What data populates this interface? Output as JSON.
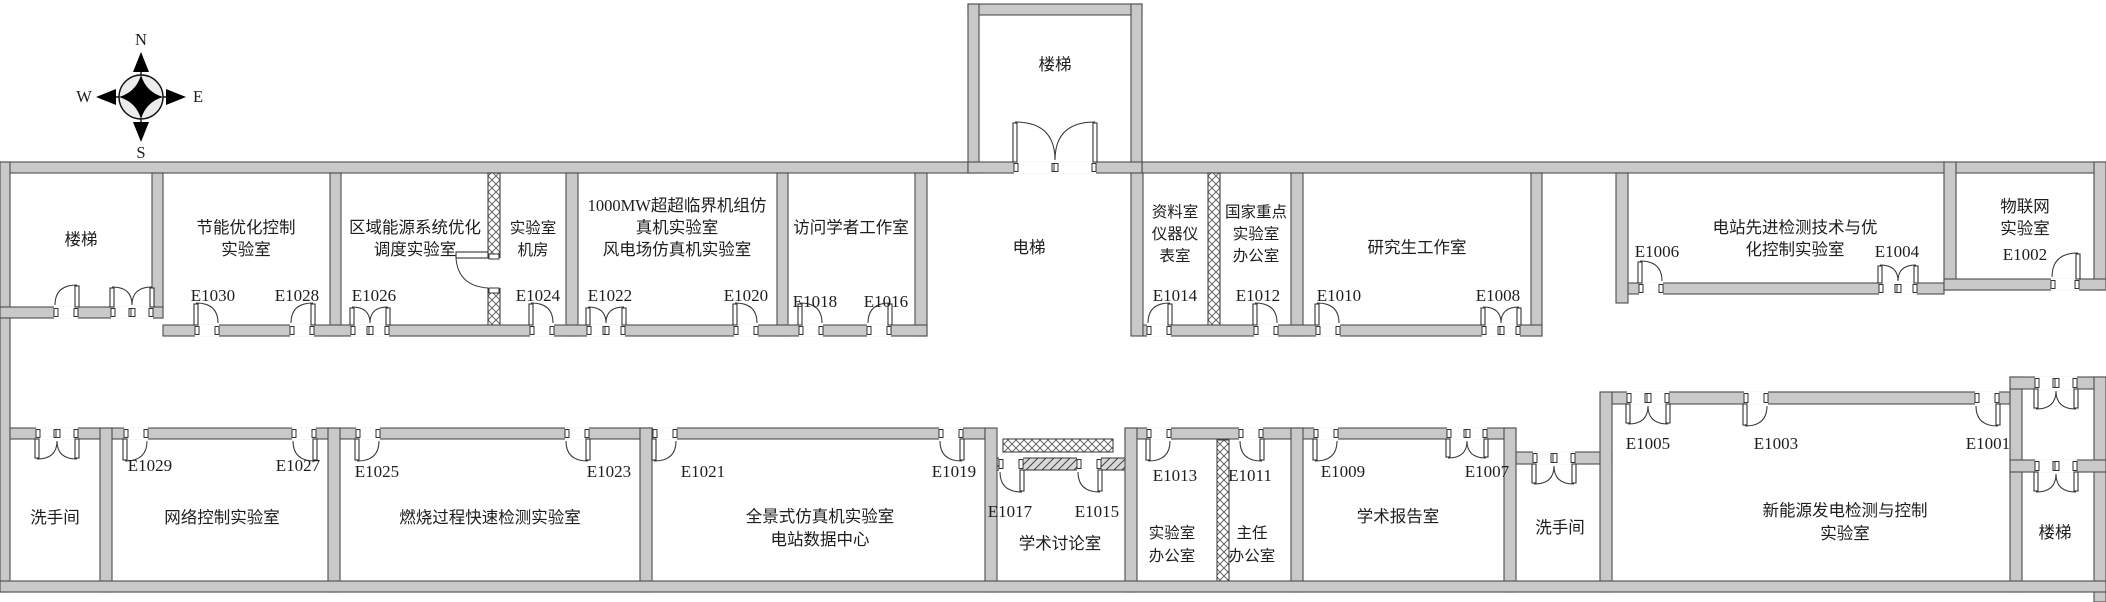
{
  "compass": {
    "n": "N",
    "e": "E",
    "s": "S",
    "w": "W"
  },
  "rooms": {
    "stair_top": {
      "name": "楼梯"
    },
    "stair_west": {
      "name": "楼梯"
    },
    "stair_east": {
      "name": "楼梯"
    },
    "jieneng": {
      "line1": "节能优化控制",
      "line2": "实验室",
      "num_left": "E1030",
      "num_right": "E1028"
    },
    "quyu": {
      "line1": "区域能源系统优化",
      "line2": "调度实验室",
      "num": "E1026"
    },
    "jifang": {
      "line1": "实验室",
      "line2": "机房",
      "num": "E1024"
    },
    "mw1000": {
      "line1": "1000MW超超临界机组仿",
      "line2": "真机实验室",
      "line3": "风电场仿真机实验室",
      "num_left": "E1022",
      "num_right": "E1020"
    },
    "fangwen": {
      "name": "访问学者工作室",
      "num_left": "E1018",
      "num_right": "E1016"
    },
    "dianti": {
      "name": "电梯"
    },
    "ziliao": {
      "line1": "资料室",
      "line2": "仪器仪",
      "line3": "表室",
      "num": "E1014"
    },
    "guojia": {
      "line1": "国家重点",
      "line2": "实验室",
      "line3": "办公室",
      "num": "E1012"
    },
    "yanjiusheng": {
      "name": "研究生工作室",
      "num_left": "E1010",
      "num_right": "E1008"
    },
    "dianzhan": {
      "line1": "电站先进检测技术与优",
      "line2": "化控制实验室",
      "num_left": "E1006",
      "num_right": "E1004"
    },
    "wulianwang": {
      "line1": "物联网",
      "line2": "实验室",
      "num": "E1002"
    },
    "xishoujian_w": {
      "name": "洗手间"
    },
    "xishoujian_e": {
      "name": "洗手间"
    },
    "wangluo": {
      "name": "网络控制实验室",
      "num_left": "E1029",
      "num_right": "E1027"
    },
    "ranshao": {
      "name": "燃烧过程快速检测实验室",
      "num_left": "E1025",
      "num_right": "E1023"
    },
    "quanjing": {
      "line1": "全景式仿真机实验室",
      "line2": "电站数据中心",
      "num_left": "E1021",
      "num_right": "E1019"
    },
    "taolun": {
      "name": "学术讨论室",
      "num_left": "E1017",
      "num_right": "E1015"
    },
    "shiyan_bgs": {
      "line1": "实验室",
      "line2": "办公室",
      "num": "E1013"
    },
    "zhuren_bgs": {
      "line1": "主任",
      "line2": "办公室",
      "num": "E1011"
    },
    "baogao": {
      "name": "学术报告室",
      "num_left": "E1009",
      "num_right": "E1007"
    },
    "xinnengyuan": {
      "line1": "新能源发电检测与控制",
      "line2": "实验室",
      "num_1": "E1005",
      "num_2": "E1003",
      "num_3": "E1001"
    }
  }
}
